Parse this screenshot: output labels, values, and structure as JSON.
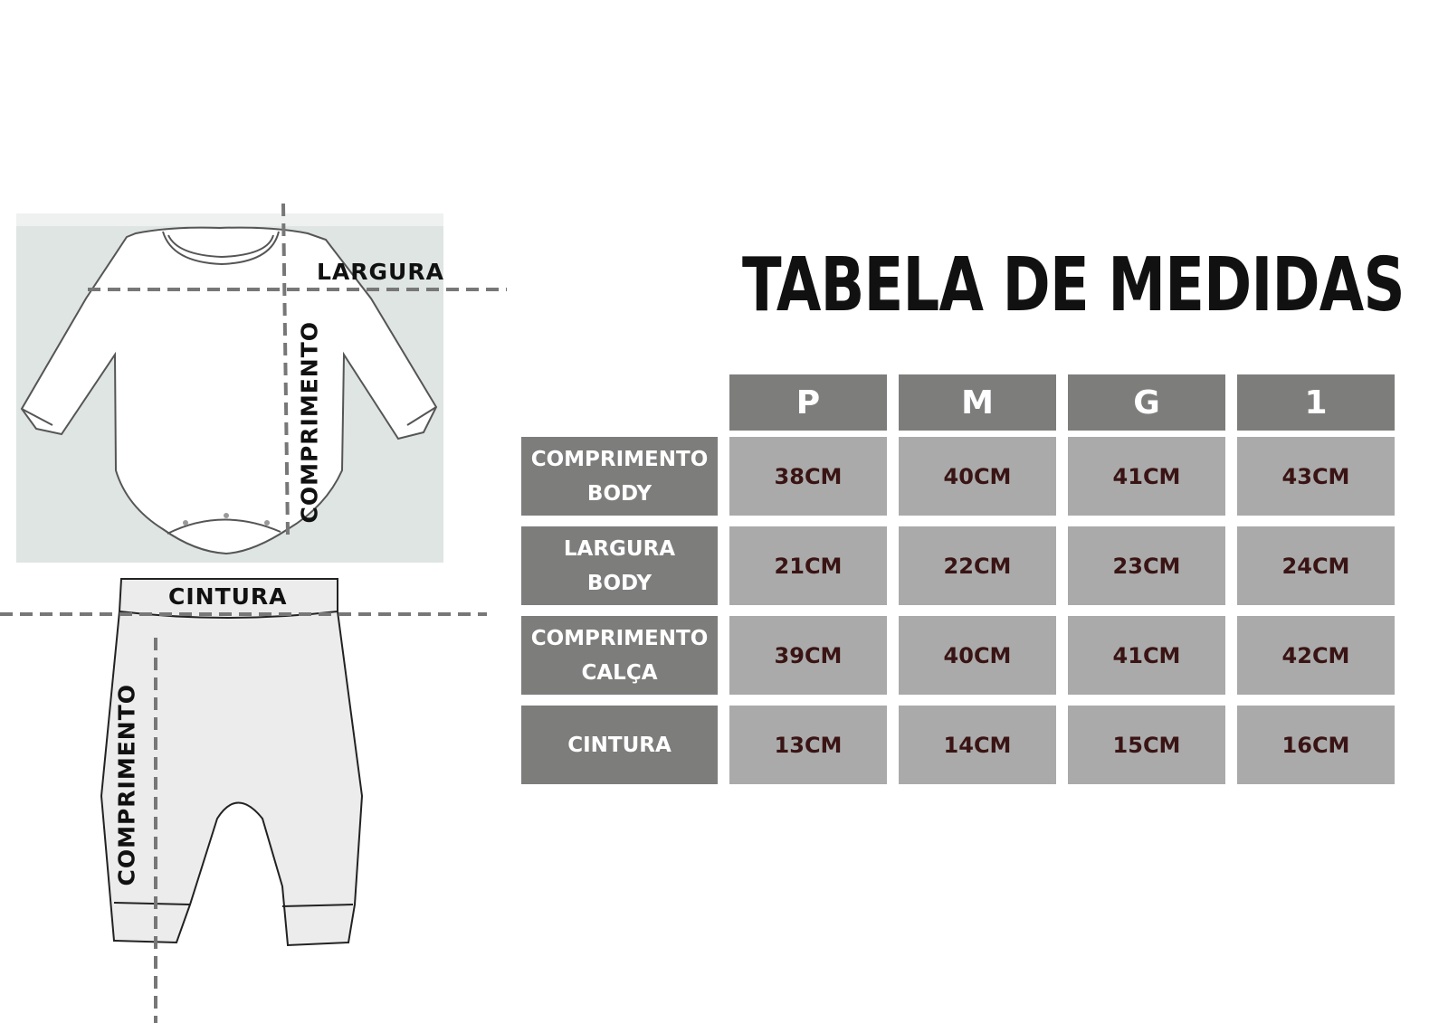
{
  "title": "TABELA DE MEDIDAS",
  "diagram": {
    "body_labels": {
      "largura": "LARGURA",
      "comprimento": "COMPRIMENTO"
    },
    "pants_labels": {
      "cintura": "CINTURA",
      "comprimento": "COMPRIMENTO"
    }
  },
  "table": {
    "columns": [
      "P",
      "M",
      "G",
      "1"
    ],
    "rows": [
      {
        "label_line1": "COMPRIMENTO",
        "label_line2": "BODY",
        "values": [
          "38CM",
          "40CM",
          "41CM",
          "43CM"
        ]
      },
      {
        "label_line1": "LARGURA",
        "label_line2": "BODY",
        "values": [
          "21CM",
          "22CM",
          "23CM",
          "24CM"
        ]
      },
      {
        "label_line1": "COMPRIMENTO",
        "label_line2": "CALÇA",
        "values": [
          "39CM",
          "40CM",
          "41CM",
          "42CM"
        ]
      },
      {
        "label_line1": "CINTURA",
        "label_line2": "",
        "values": [
          "13CM",
          "14CM",
          "15CM",
          "16CM"
        ]
      }
    ]
  },
  "colors": {
    "header_bg": "#7d7d7c",
    "cell_bg": "#aaaaaa",
    "cell_text": "#3a1414",
    "body_bg": "#dee5e3"
  }
}
